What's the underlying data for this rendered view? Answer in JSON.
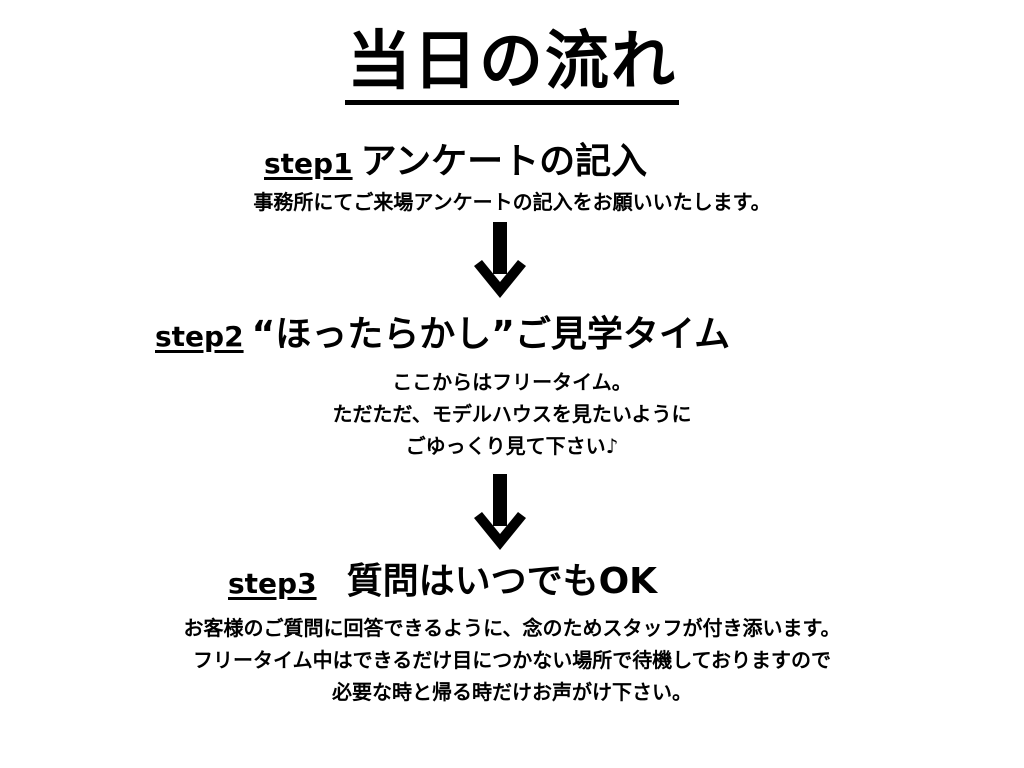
{
  "title": "当日の流れ",
  "steps": [
    {
      "label": "step1",
      "title": "アンケートの記入",
      "lines": [
        "事務所にてご来場アンケートの記入をお願いいたします。"
      ]
    },
    {
      "label": "step2",
      "title": "“ほったらかし”ご見学タイム",
      "lines": [
        "ここからはフリータイム。",
        "ただただ、モデルハウスを見たいように",
        "ごゆっくり見て下さい♪"
      ]
    },
    {
      "label": "step3",
      "title": "質問はいつでもOK",
      "lines": [
        "お客様のご質問に回答できるように、念のためスタッフが付き添います。",
        "フリータイム中はできるだけ目につかない場所で待機しておりますので",
        "必要な時と帰る時だけお声がけ下さい。"
      ]
    }
  ],
  "icons": {
    "arrow": "arrow-down-icon"
  },
  "colors": {
    "text": "#000000",
    "background": "#ffffff"
  }
}
